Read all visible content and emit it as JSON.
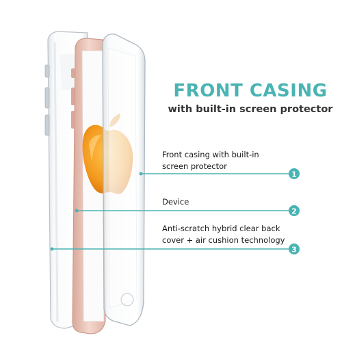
{
  "headline": {
    "title": "FRONT CASING",
    "subtitle": "with built-in screen protector"
  },
  "callouts": [
    {
      "number": "1",
      "line1": "Front casing with built-in",
      "line2": "screen protector"
    },
    {
      "number": "2",
      "line1": "Device"
    },
    {
      "number": "3",
      "line1": "Anti-scratch hybrid clear back",
      "line2": "cover + air cushion technology"
    }
  ],
  "colors": {
    "accent": "#4ab3b3",
    "text": "#1a1a1a",
    "subtitle": "#333333",
    "rose_gold": "#e8c4b8",
    "apple_logo_orange": "#f39a1e"
  },
  "icons": {
    "product": "exploded-phone-case-illustration",
    "logo": "apple-logo-icon"
  }
}
